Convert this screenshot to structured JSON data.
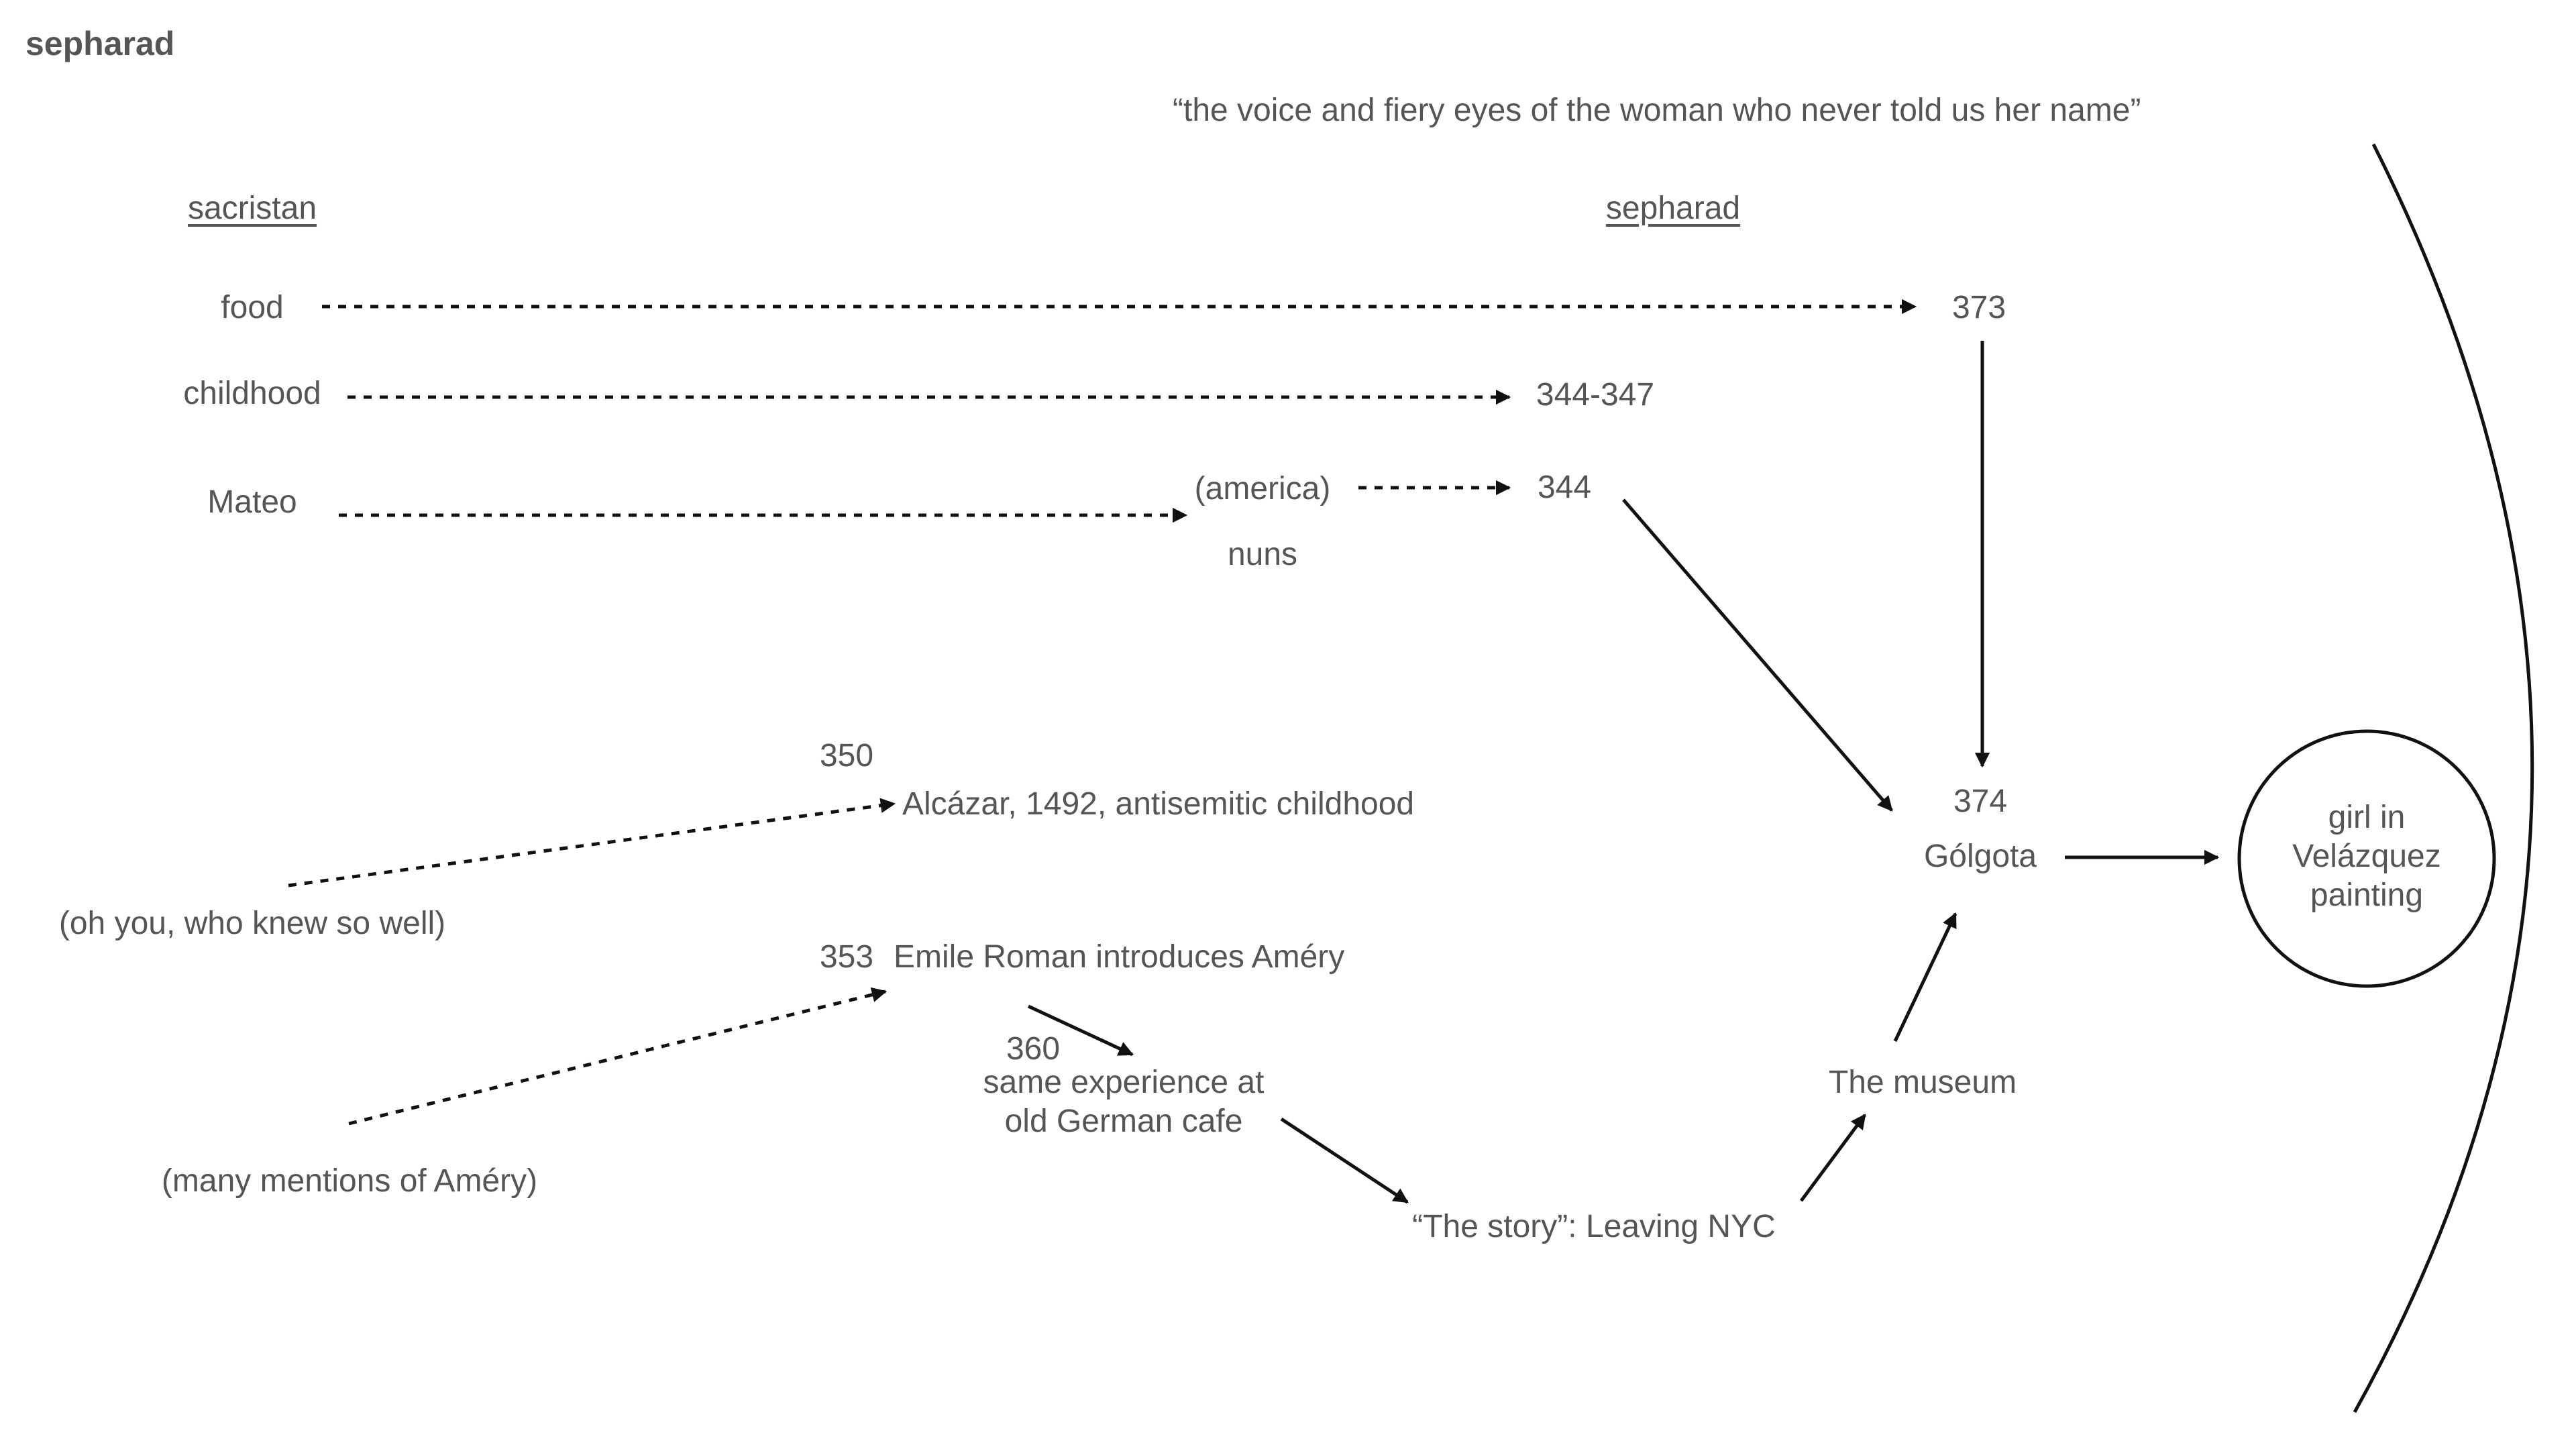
{
  "doc": {
    "title": "sepharad"
  },
  "quote": "“the voice and fiery eyes of the woman who never told us her name”",
  "headers": {
    "sacristan": "sacristan",
    "sepharad": "sepharad"
  },
  "left": {
    "food": "food",
    "childhood": "childhood",
    "mateo": "Mateo",
    "oh_you": "(oh you, who knew so well)",
    "amery_mentions": "(many mentions of Améry)"
  },
  "mid": {
    "america": "(america)",
    "nuns": "nuns",
    "p350": "350",
    "alcazar": "Alcázar, 1492, antisemitic childhood",
    "p353": "353",
    "emile": "Emile Roman introduces Améry",
    "p360": "360",
    "cafe_line1": "same experience at",
    "cafe_line2": "old German cafe",
    "story": "“The story”: Leaving NYC"
  },
  "right": {
    "p373": "373",
    "p344_347": "344-347",
    "p344": "344",
    "p374": "374",
    "golgota": "Gólgota",
    "museum": "The museum",
    "girl_line1": "girl in",
    "girl_line2": "Velázquez",
    "girl_line3": "painting"
  }
}
